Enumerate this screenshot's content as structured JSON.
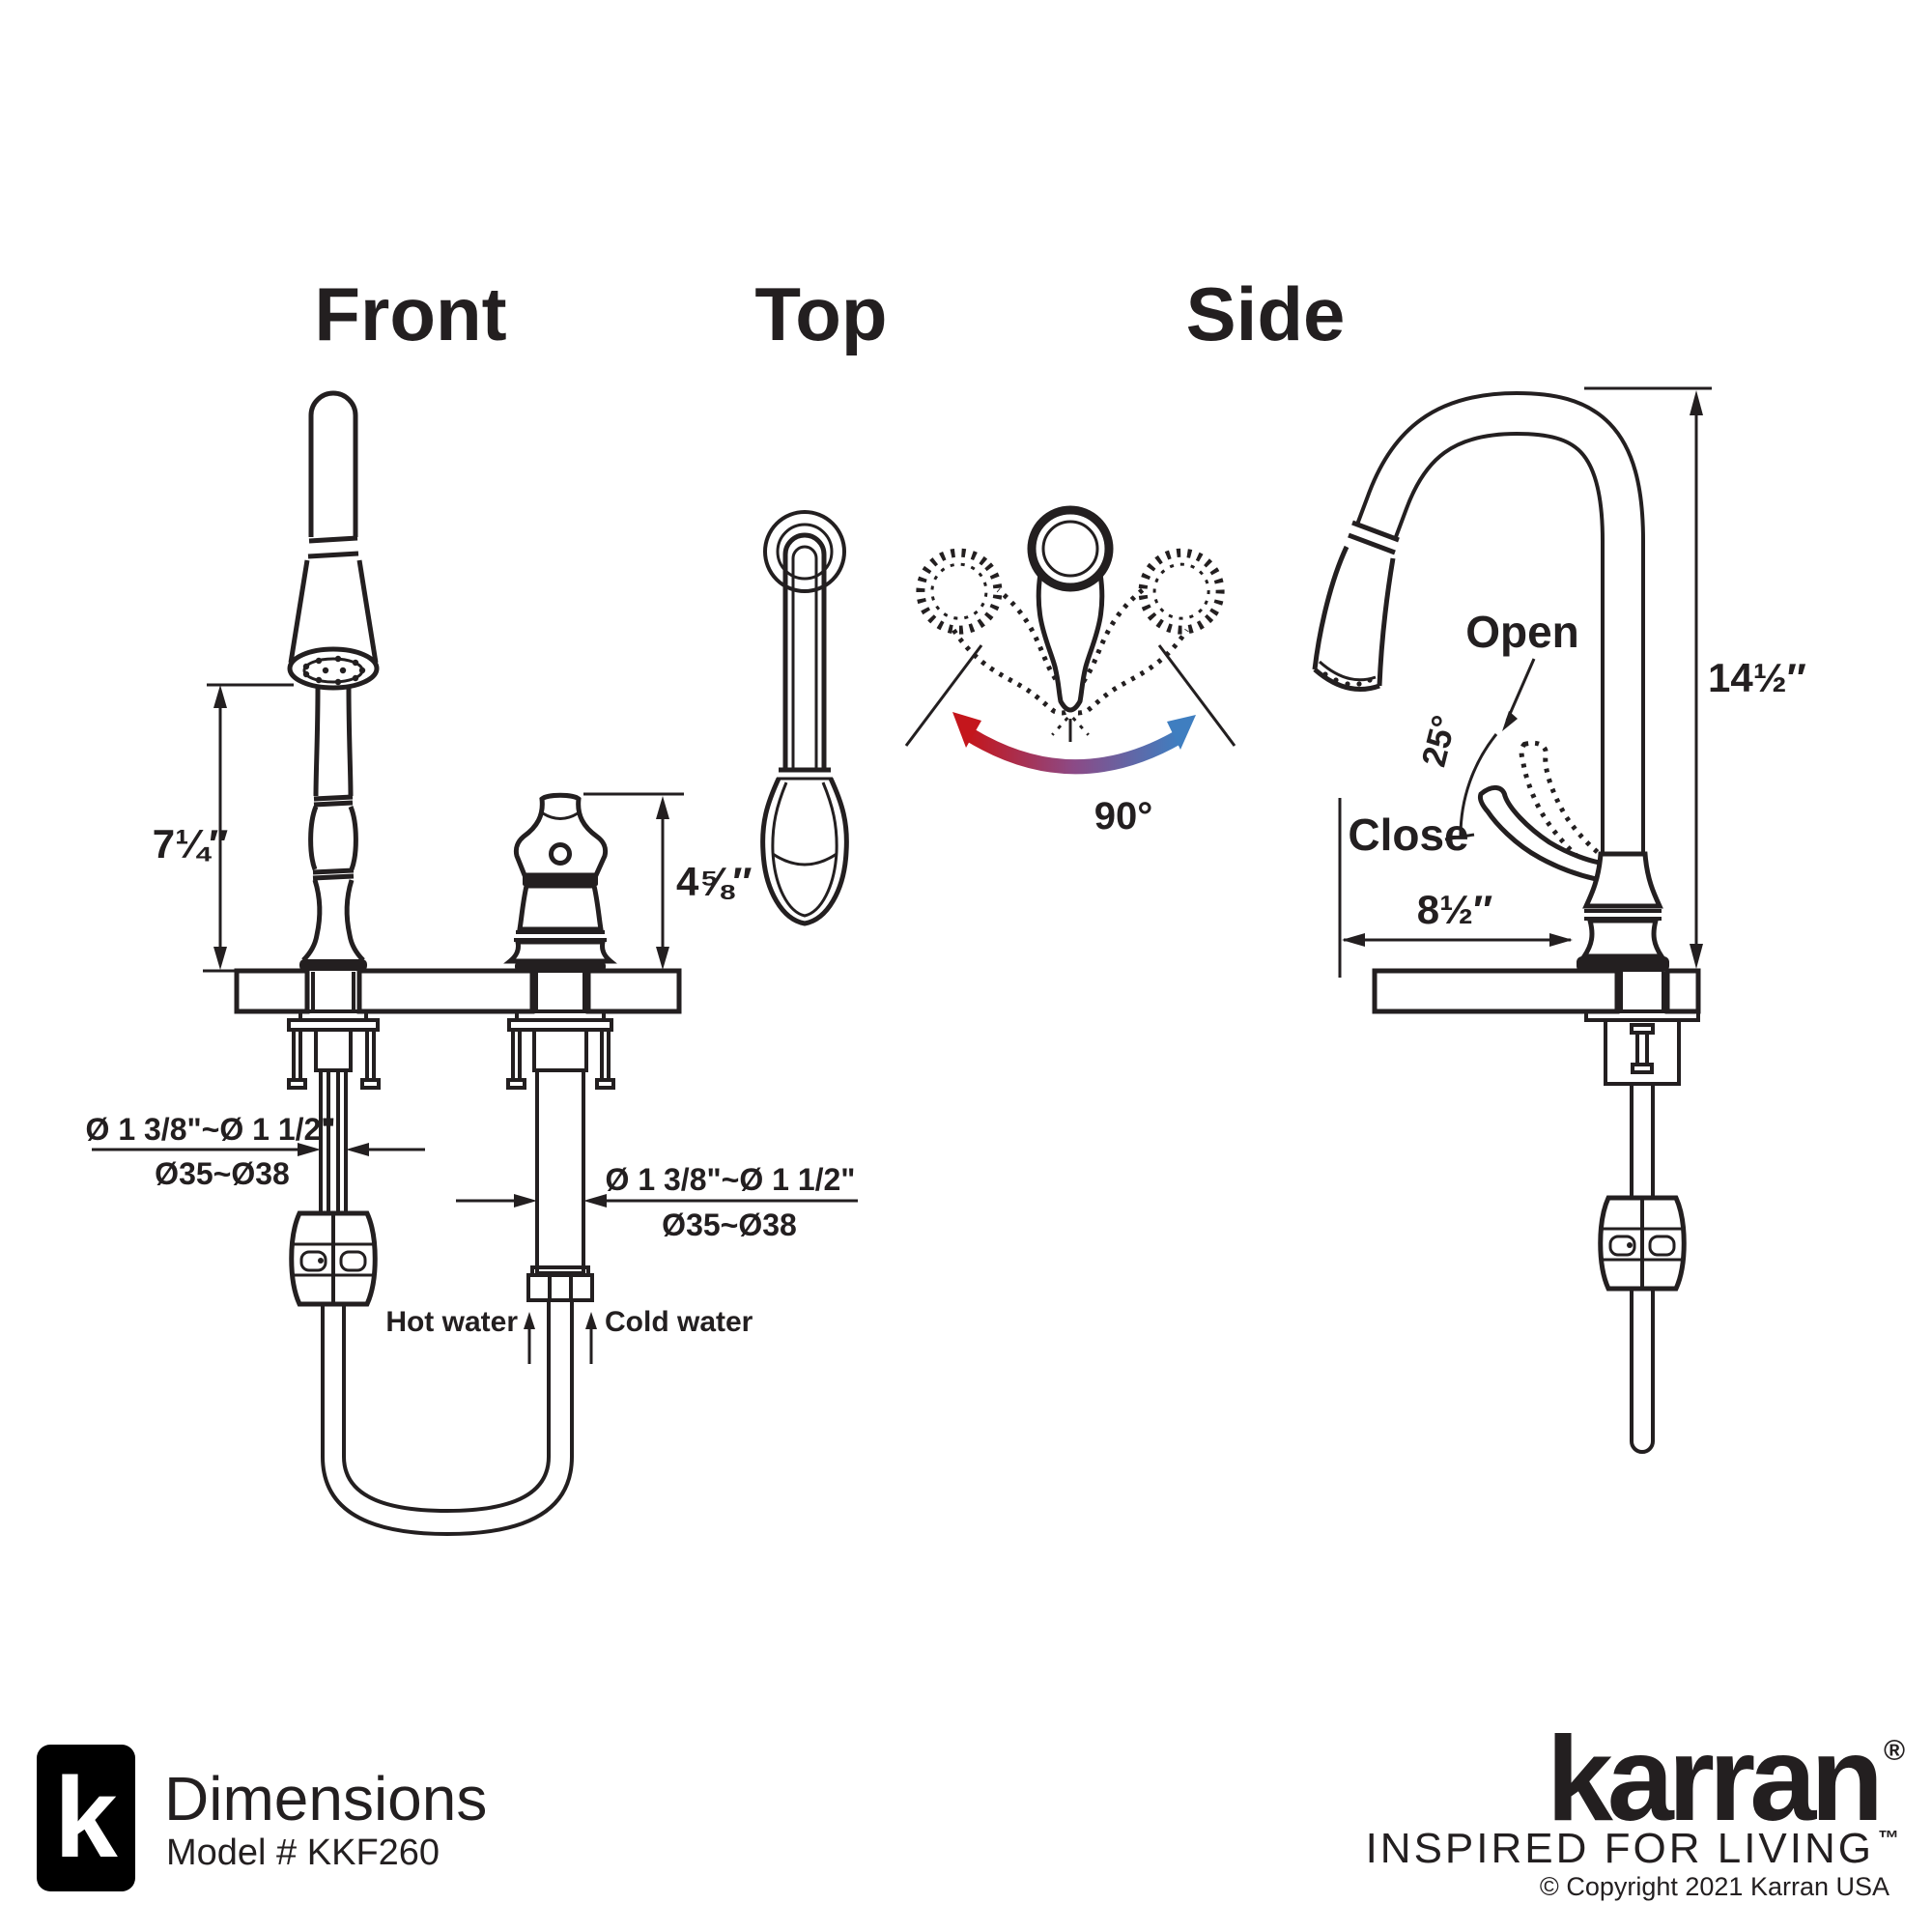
{
  "headings": {
    "front": "Front",
    "top": "Top",
    "side": "Side"
  },
  "front_view": {
    "spout_height": "7¼″",
    "handle_height": "4⅝″",
    "left_hole": {
      "inches": "Ø 1 3/8\"~Ø 1 1/2\"",
      "mm": "Ø35~Ø38"
    },
    "right_hole": {
      "inches": "Ø 1 3/8\"~Ø 1 1/2\"",
      "mm": "Ø35~Ø38"
    },
    "hot_water": "Hot water",
    "cold_water": "Cold water"
  },
  "top_view": {
    "swivel_angle": "90°"
  },
  "side_view": {
    "open_label": "Open",
    "close_label": "Close",
    "lever_angle": "25°",
    "reach": "8½″",
    "overall_height": "14½″"
  },
  "footer": {
    "logo_letter": "k",
    "title": "Dimensions",
    "model": "Model # KKF260"
  },
  "brand": {
    "name": "karran",
    "registered": "®",
    "tagline": "INSPIRED FOR LIVING",
    "trademark": "™",
    "copyright": "© Copyright 2021 Karran USA"
  },
  "colors": {
    "ink": "#231f20",
    "hot_red": "#c4161c",
    "cold_blue": "#3f7ec0"
  }
}
